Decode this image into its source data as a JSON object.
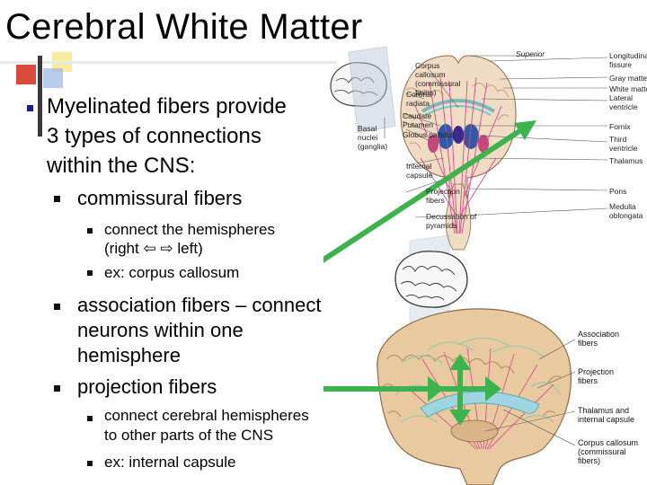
{
  "slide": {
    "title": "Cerebral White Matter",
    "bullets": {
      "b1": [
        "Myelinated fibers provide",
        "3 types of connections",
        "within the CNS:"
      ],
      "b1a": "commissural fibers",
      "b1a_i": [
        "connect the hemispheres",
        "(right ⇦ ⇨ left)"
      ],
      "b1a_ii": "ex: corpus callosum",
      "b1b": [
        "association fibers – connect",
        "neurons within one",
        "hemisphere"
      ],
      "b1c": "projection fibers",
      "b1c_i": [
        "connect cerebral hemispheres",
        "to other parts of the CNS"
      ],
      "b1c_ii": "ex: internal capsule"
    }
  },
  "figure": {
    "coronal": {
      "superior": "Superior",
      "right_labels": [
        "Longitudinal fissure",
        "Gray matter",
        "White matter",
        "Lateral ventricle",
        "Fornix",
        "Third ventricle",
        "Thalamus",
        "Pons",
        "Medulla oblongata"
      ],
      "left_labels": {
        "corpus_callosum": "Corpus callosum (commissural fibers)",
        "corona_radiata": "Corona radiata",
        "basal_nuclei": "Basal nuclei (ganglia)",
        "caudate": "Caudate",
        "putamen": "Putamen",
        "globus_pallidus": "Globus pallidus",
        "internal_capsule": "Internal capsule",
        "projection_fibers": "Projection fibers",
        "decussation": "Decussation of pyramids"
      }
    },
    "sagittal": {
      "labels": [
        "Association fibers",
        "Projection fibers",
        "Thalamus and internal capsule",
        "Corpus callosum (commissural fibers)"
      ]
    }
  },
  "colors": {
    "bullet_square": "#1a1a8c",
    "arrow": "#3db24f",
    "deco_red": "#d94a3a",
    "deco_yellow": "#f2df5a",
    "deco_blue": "#9ab7e6",
    "fiber_pink": "#d54a8c",
    "brain_tan": "#e8c9a0"
  }
}
